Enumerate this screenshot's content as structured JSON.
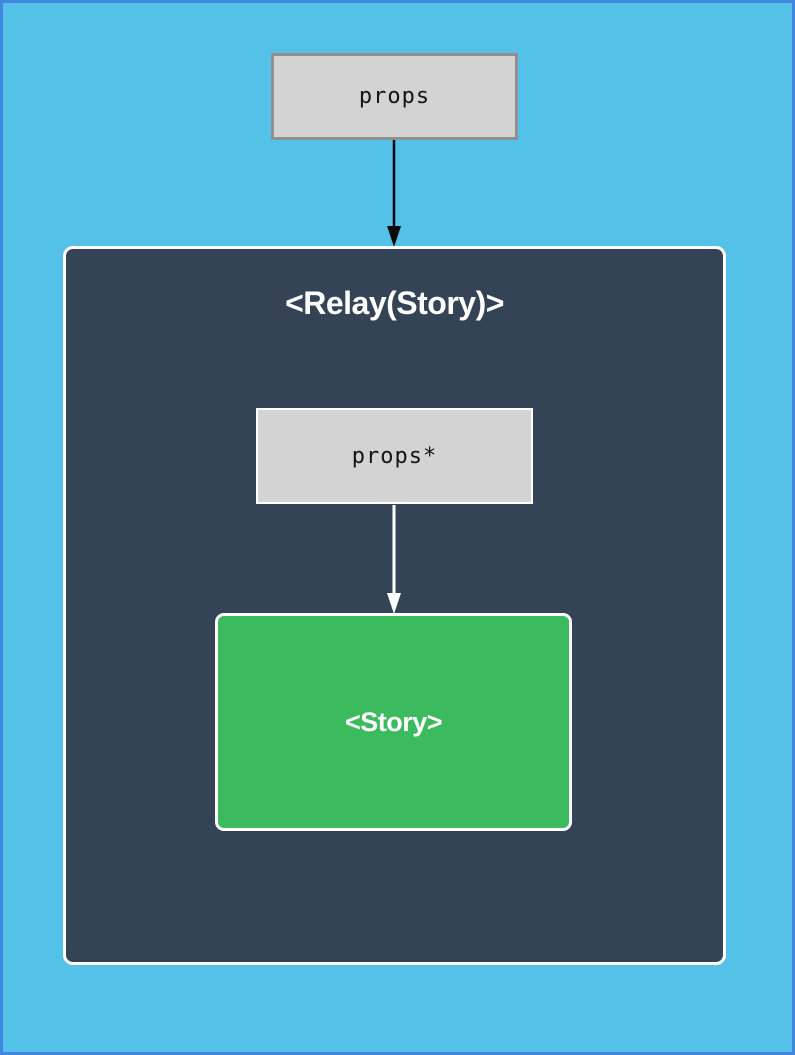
{
  "diagram": {
    "outer_props": {
      "label": "props"
    },
    "relay_container": {
      "title": "<Relay(Story)>"
    },
    "inner_props": {
      "label": "props*"
    },
    "story": {
      "label": "<Story>"
    }
  },
  "icons": {
    "top_arrow": "down-arrow",
    "inner_arrow": "down-arrow"
  },
  "colors": {
    "page_background": "#54c1e8",
    "page_border": "#4286e0",
    "container_background": "#344456",
    "container_border": "#ffffff",
    "props_box_fill": "#d3d3d3",
    "props_box_border": "#8f8f8f",
    "inner_props_border": "#ffffff",
    "story_fill": "#3bba5e",
    "story_border": "#ffffff",
    "top_arrow_color": "#000000",
    "inner_arrow_color": "#ffffff",
    "title_text": "#ffffff",
    "props_text": "#141414"
  }
}
